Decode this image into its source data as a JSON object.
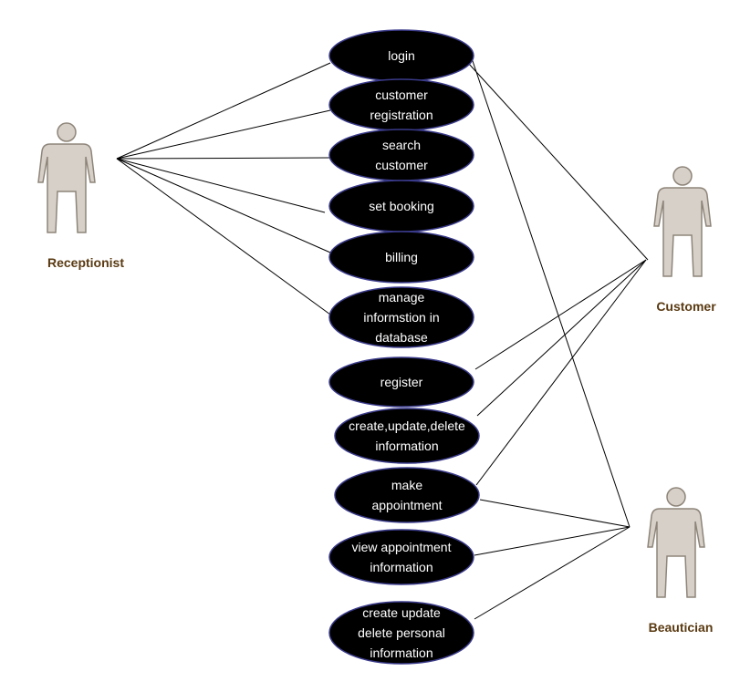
{
  "actors": {
    "receptionist": {
      "label": "Receptionist"
    },
    "customer": {
      "label": "Customer"
    },
    "beautician": {
      "label": "Beautician"
    }
  },
  "use_cases": [
    {
      "id": "login",
      "lines": [
        "login"
      ]
    },
    {
      "id": "customer-registration",
      "lines": [
        "customer",
        "registration"
      ]
    },
    {
      "id": "search-customer",
      "lines": [
        "search",
        "customer"
      ]
    },
    {
      "id": "set-booking",
      "lines": [
        "set booking"
      ]
    },
    {
      "id": "billing",
      "lines": [
        "billing"
      ]
    },
    {
      "id": "manage-information",
      "lines": [
        "manage",
        "informstion  in",
        "database"
      ]
    },
    {
      "id": "register",
      "lines": [
        "register"
      ]
    },
    {
      "id": "create-update-delete-information",
      "lines": [
        "create,update,delete",
        "information"
      ]
    },
    {
      "id": "make-appointment",
      "lines": [
        "make",
        "appointment"
      ]
    },
    {
      "id": "view-appointment-information",
      "lines": [
        "view appointment",
        "information"
      ]
    },
    {
      "id": "create-update-delete-personal-information",
      "lines": [
        "create update",
        "delete personal",
        "information"
      ]
    }
  ],
  "colors": {
    "use_case_fill": "#000000",
    "use_case_text": "#ffffff",
    "actor_label": "#5a3a12",
    "actor_figure": "#d6d0c8"
  }
}
